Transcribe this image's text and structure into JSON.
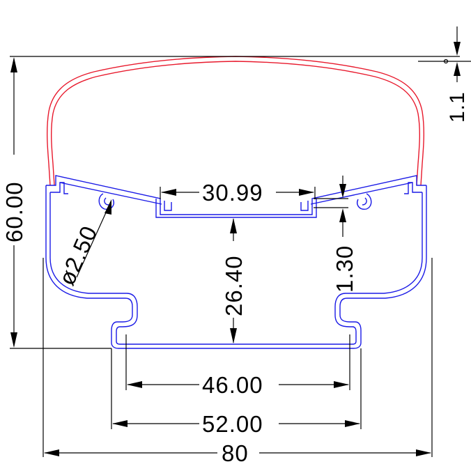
{
  "drawing": {
    "colors": {
      "cover": "#e8192c",
      "profile": "#1a1ae6",
      "dimension": "#000000",
      "background": "#ffffff"
    },
    "dimensions": {
      "total_height": "60.00",
      "total_width": "80",
      "cover_thickness": "1.1",
      "channel_width": "30.99",
      "inner_depth": "26.40",
      "step": "1.30",
      "hole": "ø2.50",
      "base_inner": "46.00",
      "base_outer": "52.00"
    }
  }
}
